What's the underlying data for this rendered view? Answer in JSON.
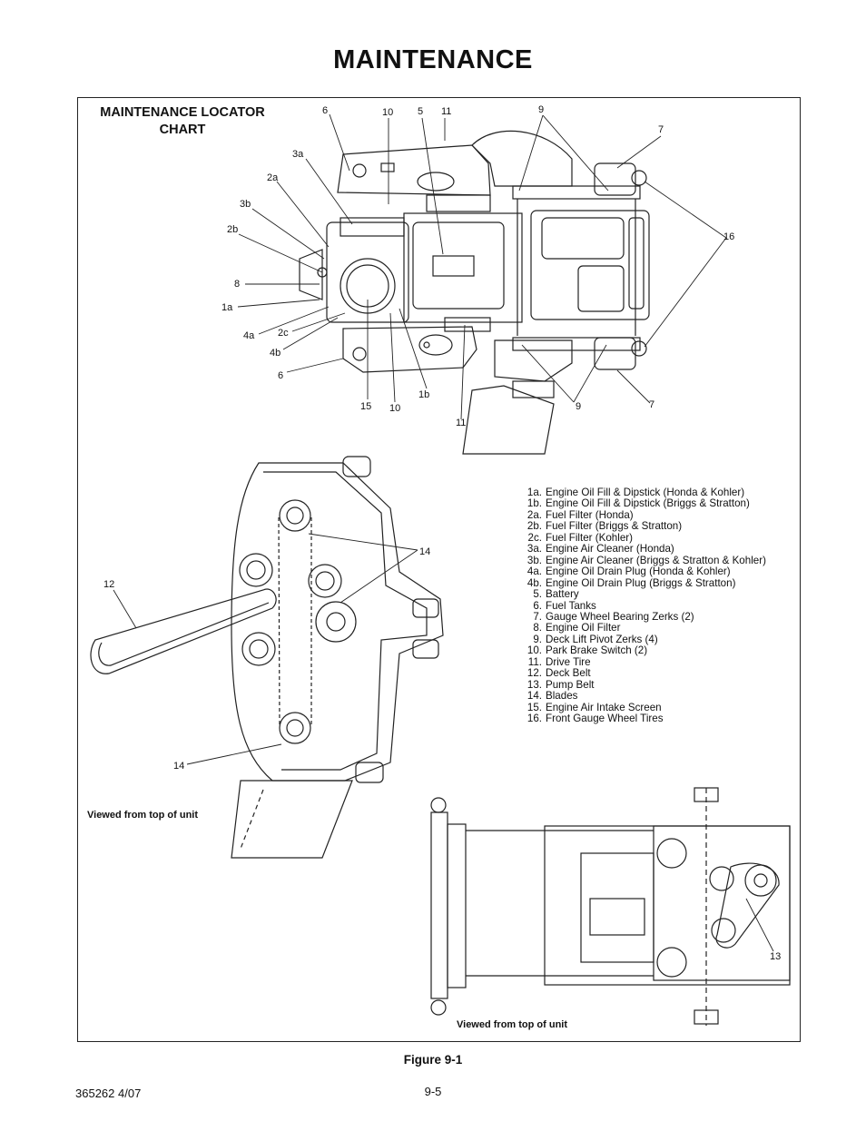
{
  "page": {
    "title": "MAINTENANCE",
    "figure_caption": "Figure 9-1",
    "doc_id": "365262 4/07",
    "page_number": "9-5"
  },
  "chart": {
    "heading_line1": "MAINTENANCE LOCATOR",
    "heading_line2": "CHART",
    "deck_view_note": "Viewed from top of unit",
    "frame_view_note": "Viewed from top of unit"
  },
  "legend": [
    {
      "key": "1a.",
      "text": "Engine Oil Fill & Dipstick (Honda & Kohler)"
    },
    {
      "key": "1b.",
      "text": "Engine Oil Fill & Dipstick (Briggs & Stratton)"
    },
    {
      "key": "2a.",
      "text": "Fuel Filter  (Honda)"
    },
    {
      "key": "2b.",
      "text": "Fuel Filter (Briggs & Stratton)"
    },
    {
      "key": "2c.",
      "text": "Fuel Filter (Kohler)"
    },
    {
      "key": "3a.",
      "text": "Engine Air Cleaner  (Honda)"
    },
    {
      "key": "3b.",
      "text": "Engine Air Cleaner (Briggs & Stratton & Kohler)"
    },
    {
      "key": "4a.",
      "text": "Engine Oil Drain Plug  (Honda & Kohler)"
    },
    {
      "key": "4b.",
      "text": "Engine Oil Drain Plug (Briggs & Stratton)"
    },
    {
      "key": "5.",
      "text": "Battery"
    },
    {
      "key": "6.",
      "text": "Fuel Tanks"
    },
    {
      "key": "7.",
      "text": "Gauge Wheel Bearing Zerks (2)"
    },
    {
      "key": "8.",
      "text": "Engine Oil Filter"
    },
    {
      "key": "9.",
      "text": "Deck Lift Pivot Zerks (4)"
    },
    {
      "key": "10.",
      "text": "Park Brake Switch (2)"
    },
    {
      "key": "11.",
      "text": "Drive Tire"
    },
    {
      "key": "12.",
      "text": "Deck Belt"
    },
    {
      "key": "13.",
      "text": "Pump Belt"
    },
    {
      "key": "14.",
      "text": "Blades"
    },
    {
      "key": "15.",
      "text": "Engine Air Intake Screen"
    },
    {
      "key": "16.",
      "text": "Front Gauge Wheel Tires"
    }
  ],
  "callouts": {
    "c6_top": "6",
    "c10_top": "10",
    "c5": "5",
    "c11_top": "11",
    "c9_top": "9",
    "c7_top": "7",
    "c3a": "3a",
    "c2a": "2a",
    "c3b": "3b",
    "c2b": "2b",
    "c16": "16",
    "c8": "8",
    "c1a": "1a",
    "c4a": "4a",
    "c2c": "2c",
    "c4b": "4b",
    "c6_bottom": "6",
    "c1b": "1b",
    "c15": "15",
    "c10_bottom": "10",
    "c9_bottom": "9",
    "c7_bottom": "7",
    "c11_bottom": "11",
    "c14_top": "14",
    "c12": "12",
    "c14_bottom": "14",
    "c13": "13"
  }
}
